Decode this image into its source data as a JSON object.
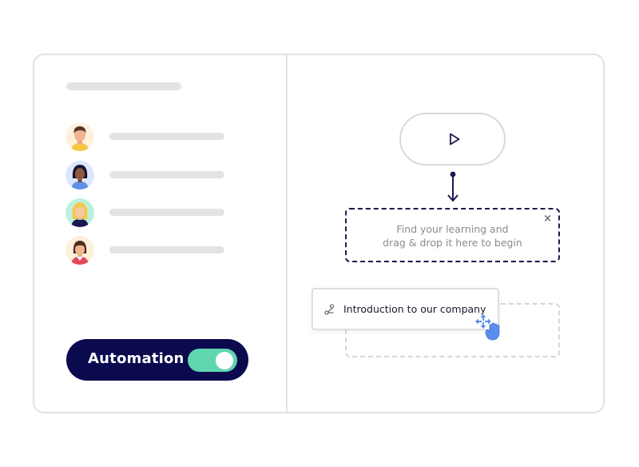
{
  "automation": {
    "label": "Automation",
    "enabled": true
  },
  "dropzone": {
    "line1": "Find your learning and",
    "line2": "drag & drop it here to begin",
    "close": "×"
  },
  "drag_item": {
    "label": "Introduction to our company",
    "icon": "route-icon"
  },
  "colors": {
    "navy": "#0b0a4f",
    "toggle_on": "#5fd6b0",
    "skeleton": "#e3e3e5",
    "border": "#e2e2e4",
    "cursor": "#5b8def"
  },
  "users": [
    {
      "avatar": "avatar-man"
    },
    {
      "avatar": "avatar-woman-dark"
    },
    {
      "avatar": "avatar-woman-blonde"
    },
    {
      "avatar": "avatar-woman-brown"
    }
  ]
}
